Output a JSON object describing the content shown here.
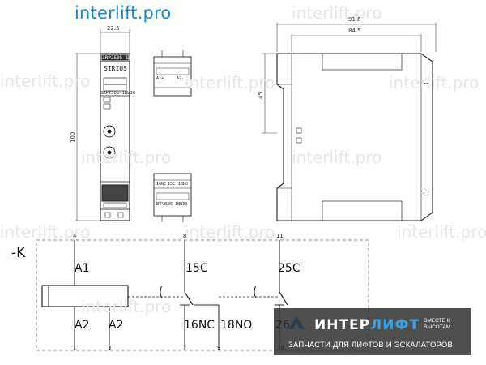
{
  "brand": {
    "site": "interlift.pro",
    "watermark": "interlift.pro",
    "company_part1": "ИНТЕР",
    "company_part2": "ЛИФТ",
    "slogan": "ВМЕСТЕ К ВЫСОТАМ",
    "tagline": "ЗАПЧАСТИ ДЛЯ ЛИФТОВ И ЭСКАЛАТОРОВ",
    "accent_color": "#1f86c8"
  },
  "dimensions": {
    "front_width": "22.5",
    "front_height": "100",
    "side_total": "91.6",
    "side_inner": "84.5",
    "side_height": "45"
  },
  "device": {
    "brand_label": "SIRIUS",
    "model_top": "3RP2505-1BW30",
    "model_bottom": "3RP2505-1BW30",
    "terminals_top": [
      "A1+",
      "A2-"
    ],
    "terminals_bottom": [
      "16NC",
      "15C",
      "18NO"
    ]
  },
  "schematic": {
    "label_k": "-K",
    "a1": "A1",
    "a2_left": "A2",
    "a2_right": "A2",
    "c15": "15C",
    "nc16": "16NC",
    "no18": "18NO",
    "c25": "25C",
    "nc26": "26",
    "terminal_numbers_top": [
      "4",
      "8",
      "11"
    ],
    "terminal_numbers_bottom": [
      "1",
      "3",
      "7",
      "9",
      "10"
    ]
  }
}
